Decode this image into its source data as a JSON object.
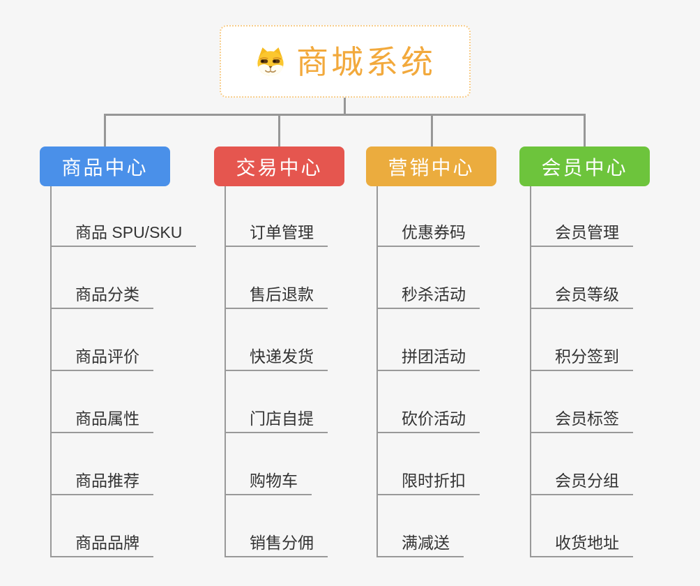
{
  "root": {
    "title": "商城系统",
    "icon": "shiba-dog-icon"
  },
  "branches": [
    {
      "label": "商品中心",
      "color": "#4a90e9",
      "items": [
        "商品 SPU/SKU",
        "商品分类",
        "商品评价",
        "商品属性",
        "商品推荐",
        "商品品牌"
      ]
    },
    {
      "label": "交易中心",
      "color": "#e5564f",
      "items": [
        "订单管理",
        "售后退款",
        "快递发货",
        "门店自提",
        "购物车",
        "销售分佣"
      ]
    },
    {
      "label": "营销中心",
      "color": "#ebac3e",
      "items": [
        "优惠券码",
        "秒杀活动",
        "拼团活动",
        "砍价活动",
        "限时折扣",
        "满减送"
      ]
    },
    {
      "label": "会员中心",
      "color": "#6dc43c",
      "items": [
        "会员管理",
        "会员等级",
        "积分签到",
        "会员标签",
        "会员分组",
        "收货地址"
      ]
    }
  ],
  "colors": {
    "background": "#f6f6f6",
    "connector": "#979797",
    "leaf_underline": "#999999",
    "leaf_text": "#333333",
    "root_border": "#f8cd8a",
    "root_text": "#f2a93c"
  }
}
